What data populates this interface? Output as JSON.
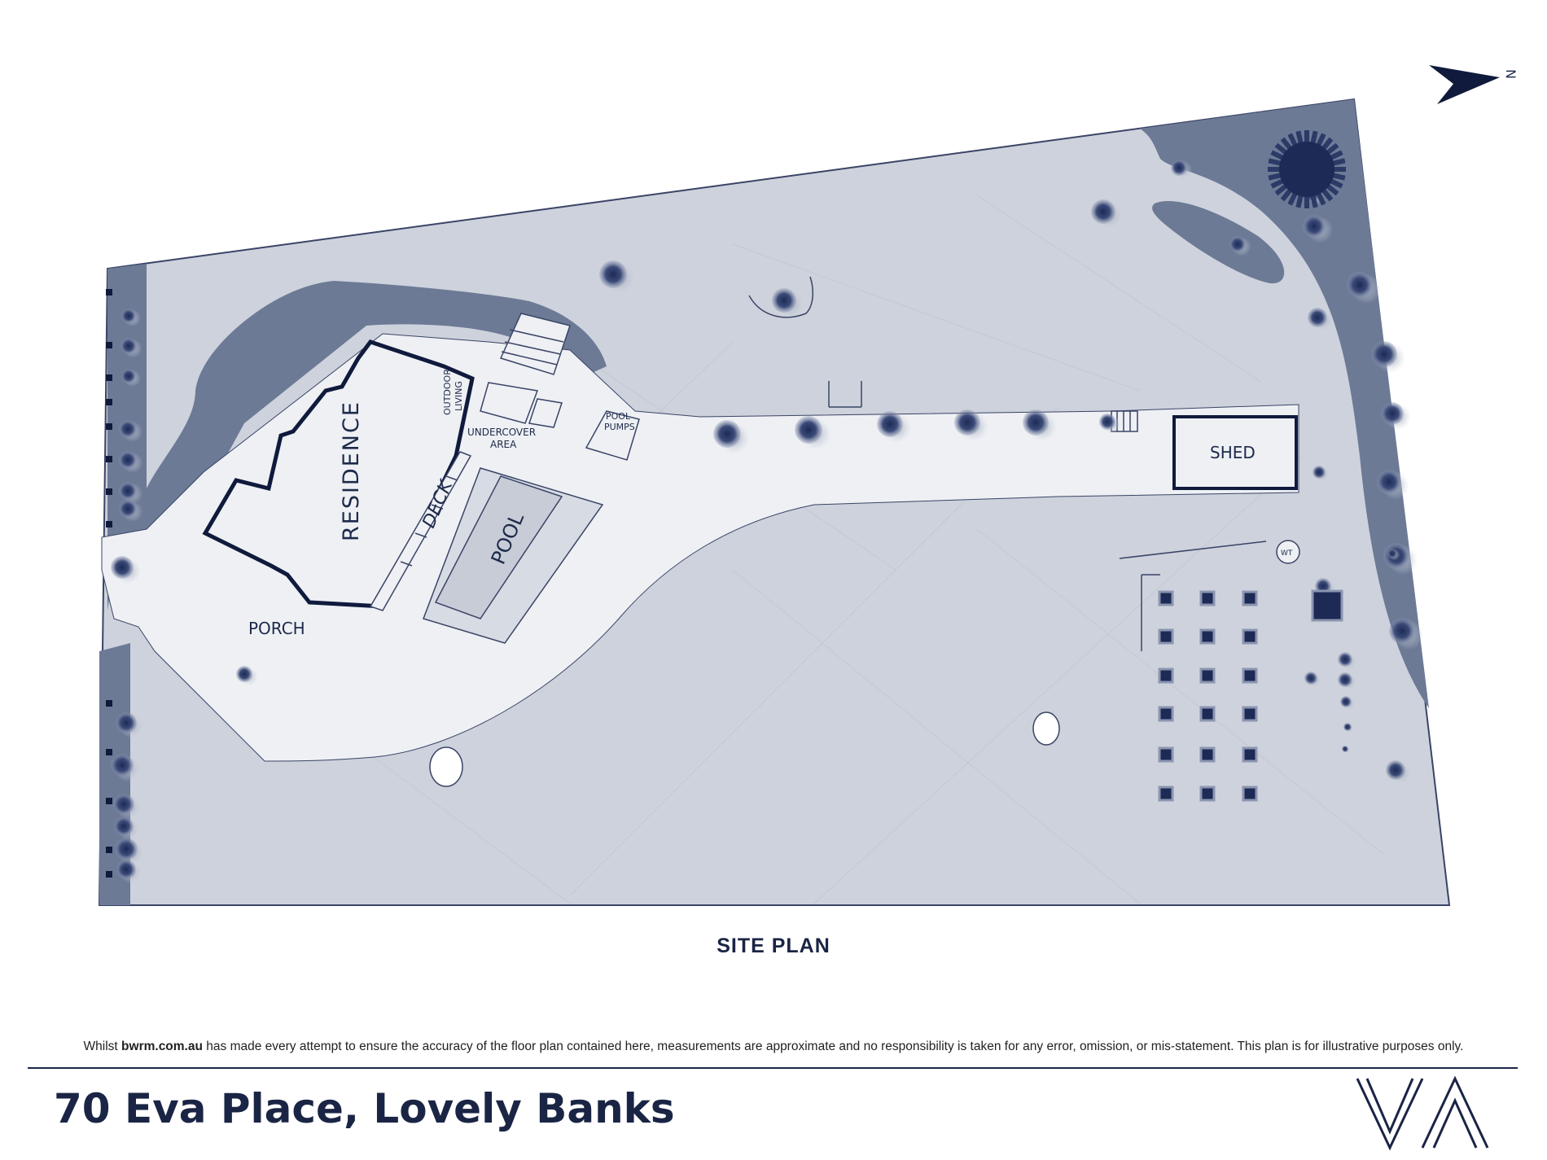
{
  "plan": {
    "labels": {
      "residence": "RESIDENCE",
      "porch": "PORCH",
      "deck": "DECK",
      "outdoor_living_1": "OUTDOOR",
      "outdoor_living_2": "LIVING",
      "undercover_1": "UNDERCOVER",
      "undercover_2": "AREA",
      "pool": "POOL",
      "pool_pumps_1": "POOL",
      "pool_pumps_2": "PUMPS",
      "shed": "SHED",
      "water_tank": "WT",
      "north": "N"
    },
    "colors": {
      "lawn": "#cdd2dc",
      "planting": "#6c7a96",
      "paving": "#eef0f4",
      "outline": "#0f1a3c",
      "tree": "#2b3a66"
    }
  },
  "title": "SITE PLAN",
  "disclaimer": {
    "prefix": "Whilst ",
    "site": "bwrm.com.au",
    "suffix": " has made every attempt to ensure the accuracy of the floor plan contained here, measurements are approximate and no responsibility is taken for any error, omission, or mis-statement. This plan is for illustrative purposes only."
  },
  "address": "70 Eva Place, Lovely Banks",
  "logo_text": "VA"
}
